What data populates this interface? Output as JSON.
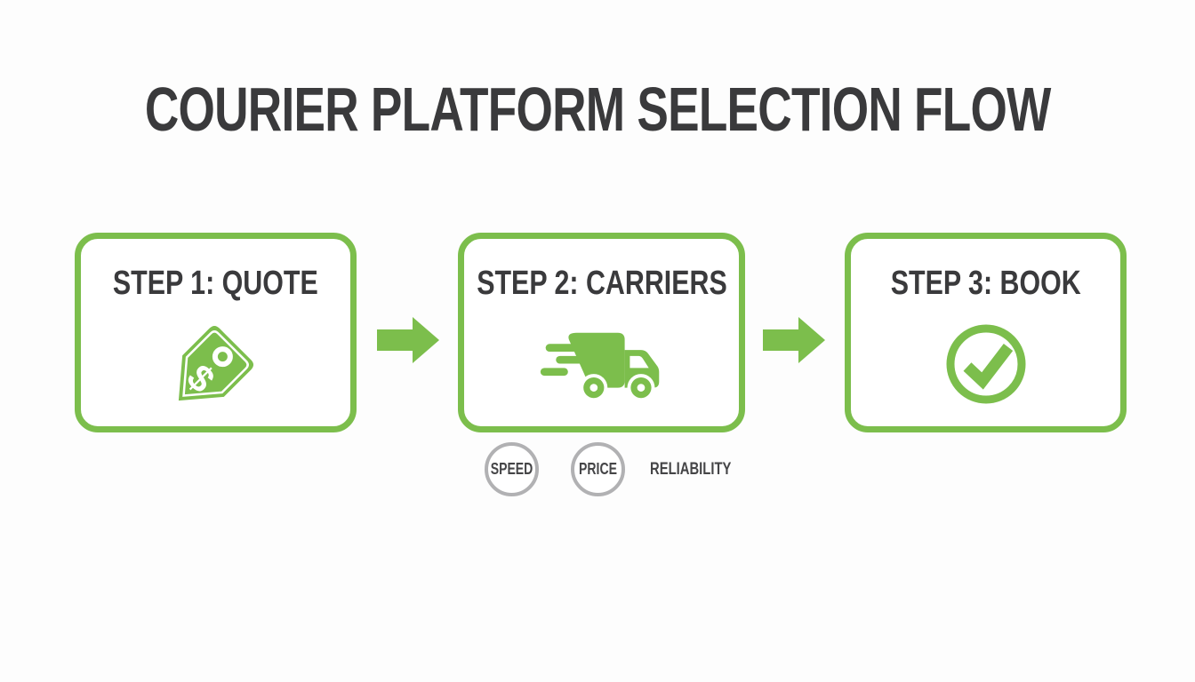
{
  "title": "COURIER PLATFORM SELECTION FLOW",
  "steps": [
    {
      "label": "STEP 1: QUOTE",
      "icon": "price-tag-icon"
    },
    {
      "label": "STEP 2: CARRIERS",
      "icon": "delivery-truck-icon"
    },
    {
      "label": "STEP 3: BOOK",
      "icon": "check-circle-icon"
    }
  ],
  "connectors": [
    {
      "type": "arrow-right"
    },
    {
      "type": "arrow-right"
    }
  ],
  "criteria": [
    {
      "label": "SPEED",
      "badge": "circle"
    },
    {
      "label": "PRICE",
      "badge": "circle"
    },
    {
      "label": "RELIABILITY",
      "badge": "none"
    }
  ],
  "glyphs": {
    "dollar": "$"
  },
  "colors": {
    "accent_green": "#7CBE4C",
    "text_dark": "#3A3A3C",
    "badge_border": "#B1B1B3",
    "background": "#FDFDFD",
    "card_background": "#FFFFFF"
  }
}
